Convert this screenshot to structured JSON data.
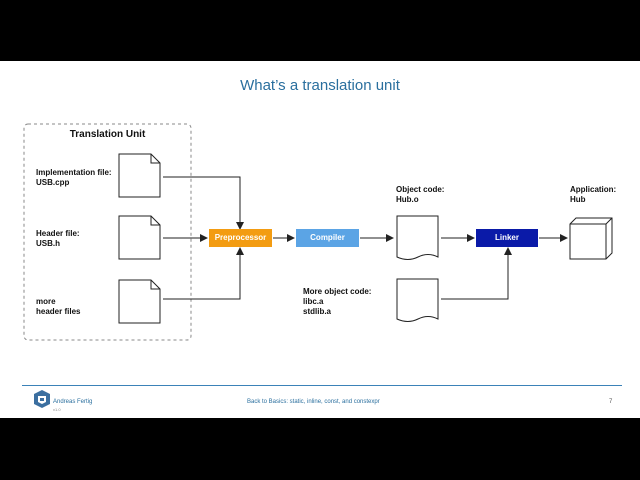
{
  "slide": {
    "title": "What’s a translation unit",
    "group_title": "Translation Unit",
    "inputs": [
      {
        "label": "Implementation file:\nUSB.cpp"
      },
      {
        "label": "Header file:\nUSB.h"
      },
      {
        "label": "more\nheader files"
      }
    ],
    "nodes": {
      "preprocessor": "Preprocessor",
      "compiler": "Compiler",
      "linker": "Linker"
    },
    "outputs": {
      "object_code": "Object code:\nHub.o",
      "more_object_code": "More object code:\nlibc.a\nstdlib.a",
      "application": "Application:\nHub"
    },
    "colors": {
      "preprocessor": "#f39c12",
      "compiler": "#5ba4e5",
      "linker": "#0a1aa8",
      "title": "#2a6f9e"
    }
  },
  "footer": {
    "author": "Andreas Fertig",
    "sub": "v1.0",
    "talk": "Back to Basics: static, inline, const, and constexpr",
    "page": "7"
  }
}
